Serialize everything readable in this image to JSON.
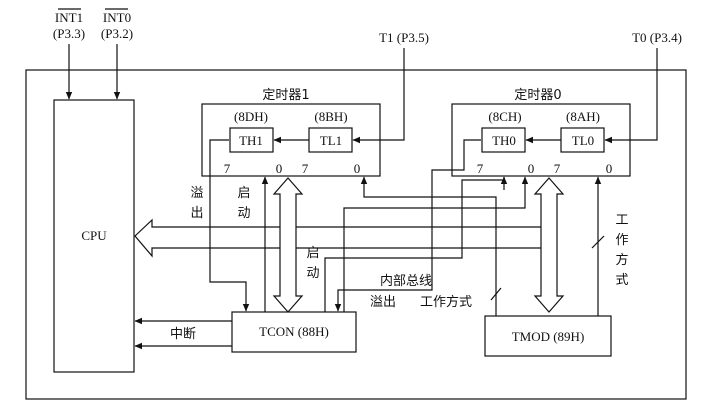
{
  "pins": {
    "int1_name": "INT1",
    "int1_port": "(P3.3)",
    "int0_name": "INT0",
    "int0_port": "(P3.2)",
    "t1": "T1 (P3.5)",
    "t0": "T0 (P3.4)"
  },
  "cpu": {
    "label": "CPU"
  },
  "timer1": {
    "title": "定时器1",
    "th_addr": "(8DH)",
    "tl_addr": "(8BH)",
    "th_label": "TH1",
    "tl_label": "TL1",
    "bits": [
      "7",
      "0",
      "7",
      "0"
    ]
  },
  "timer0": {
    "title": "定时器0",
    "th_addr": "(8CH)",
    "tl_addr": "(8AH)",
    "th_label": "TH0",
    "tl_label": "TL0",
    "bits": [
      "7",
      "0",
      "7",
      "0"
    ]
  },
  "tcon": {
    "label": "TCON (88H)"
  },
  "tmod": {
    "label": "TMOD (89H)"
  },
  "annotations": {
    "overflow_1": "溢",
    "overflow_2": "出",
    "start_a1": "启",
    "start_a2": "动",
    "start_b1": "启",
    "start_b2": "动",
    "internal_bus": "内部总线",
    "overflow_label": "溢出",
    "mode_label": "工作方式",
    "mode_v1": "工",
    "mode_v2": "作",
    "mode_v3": "方",
    "mode_v4": "式",
    "interrupt": "中断"
  }
}
